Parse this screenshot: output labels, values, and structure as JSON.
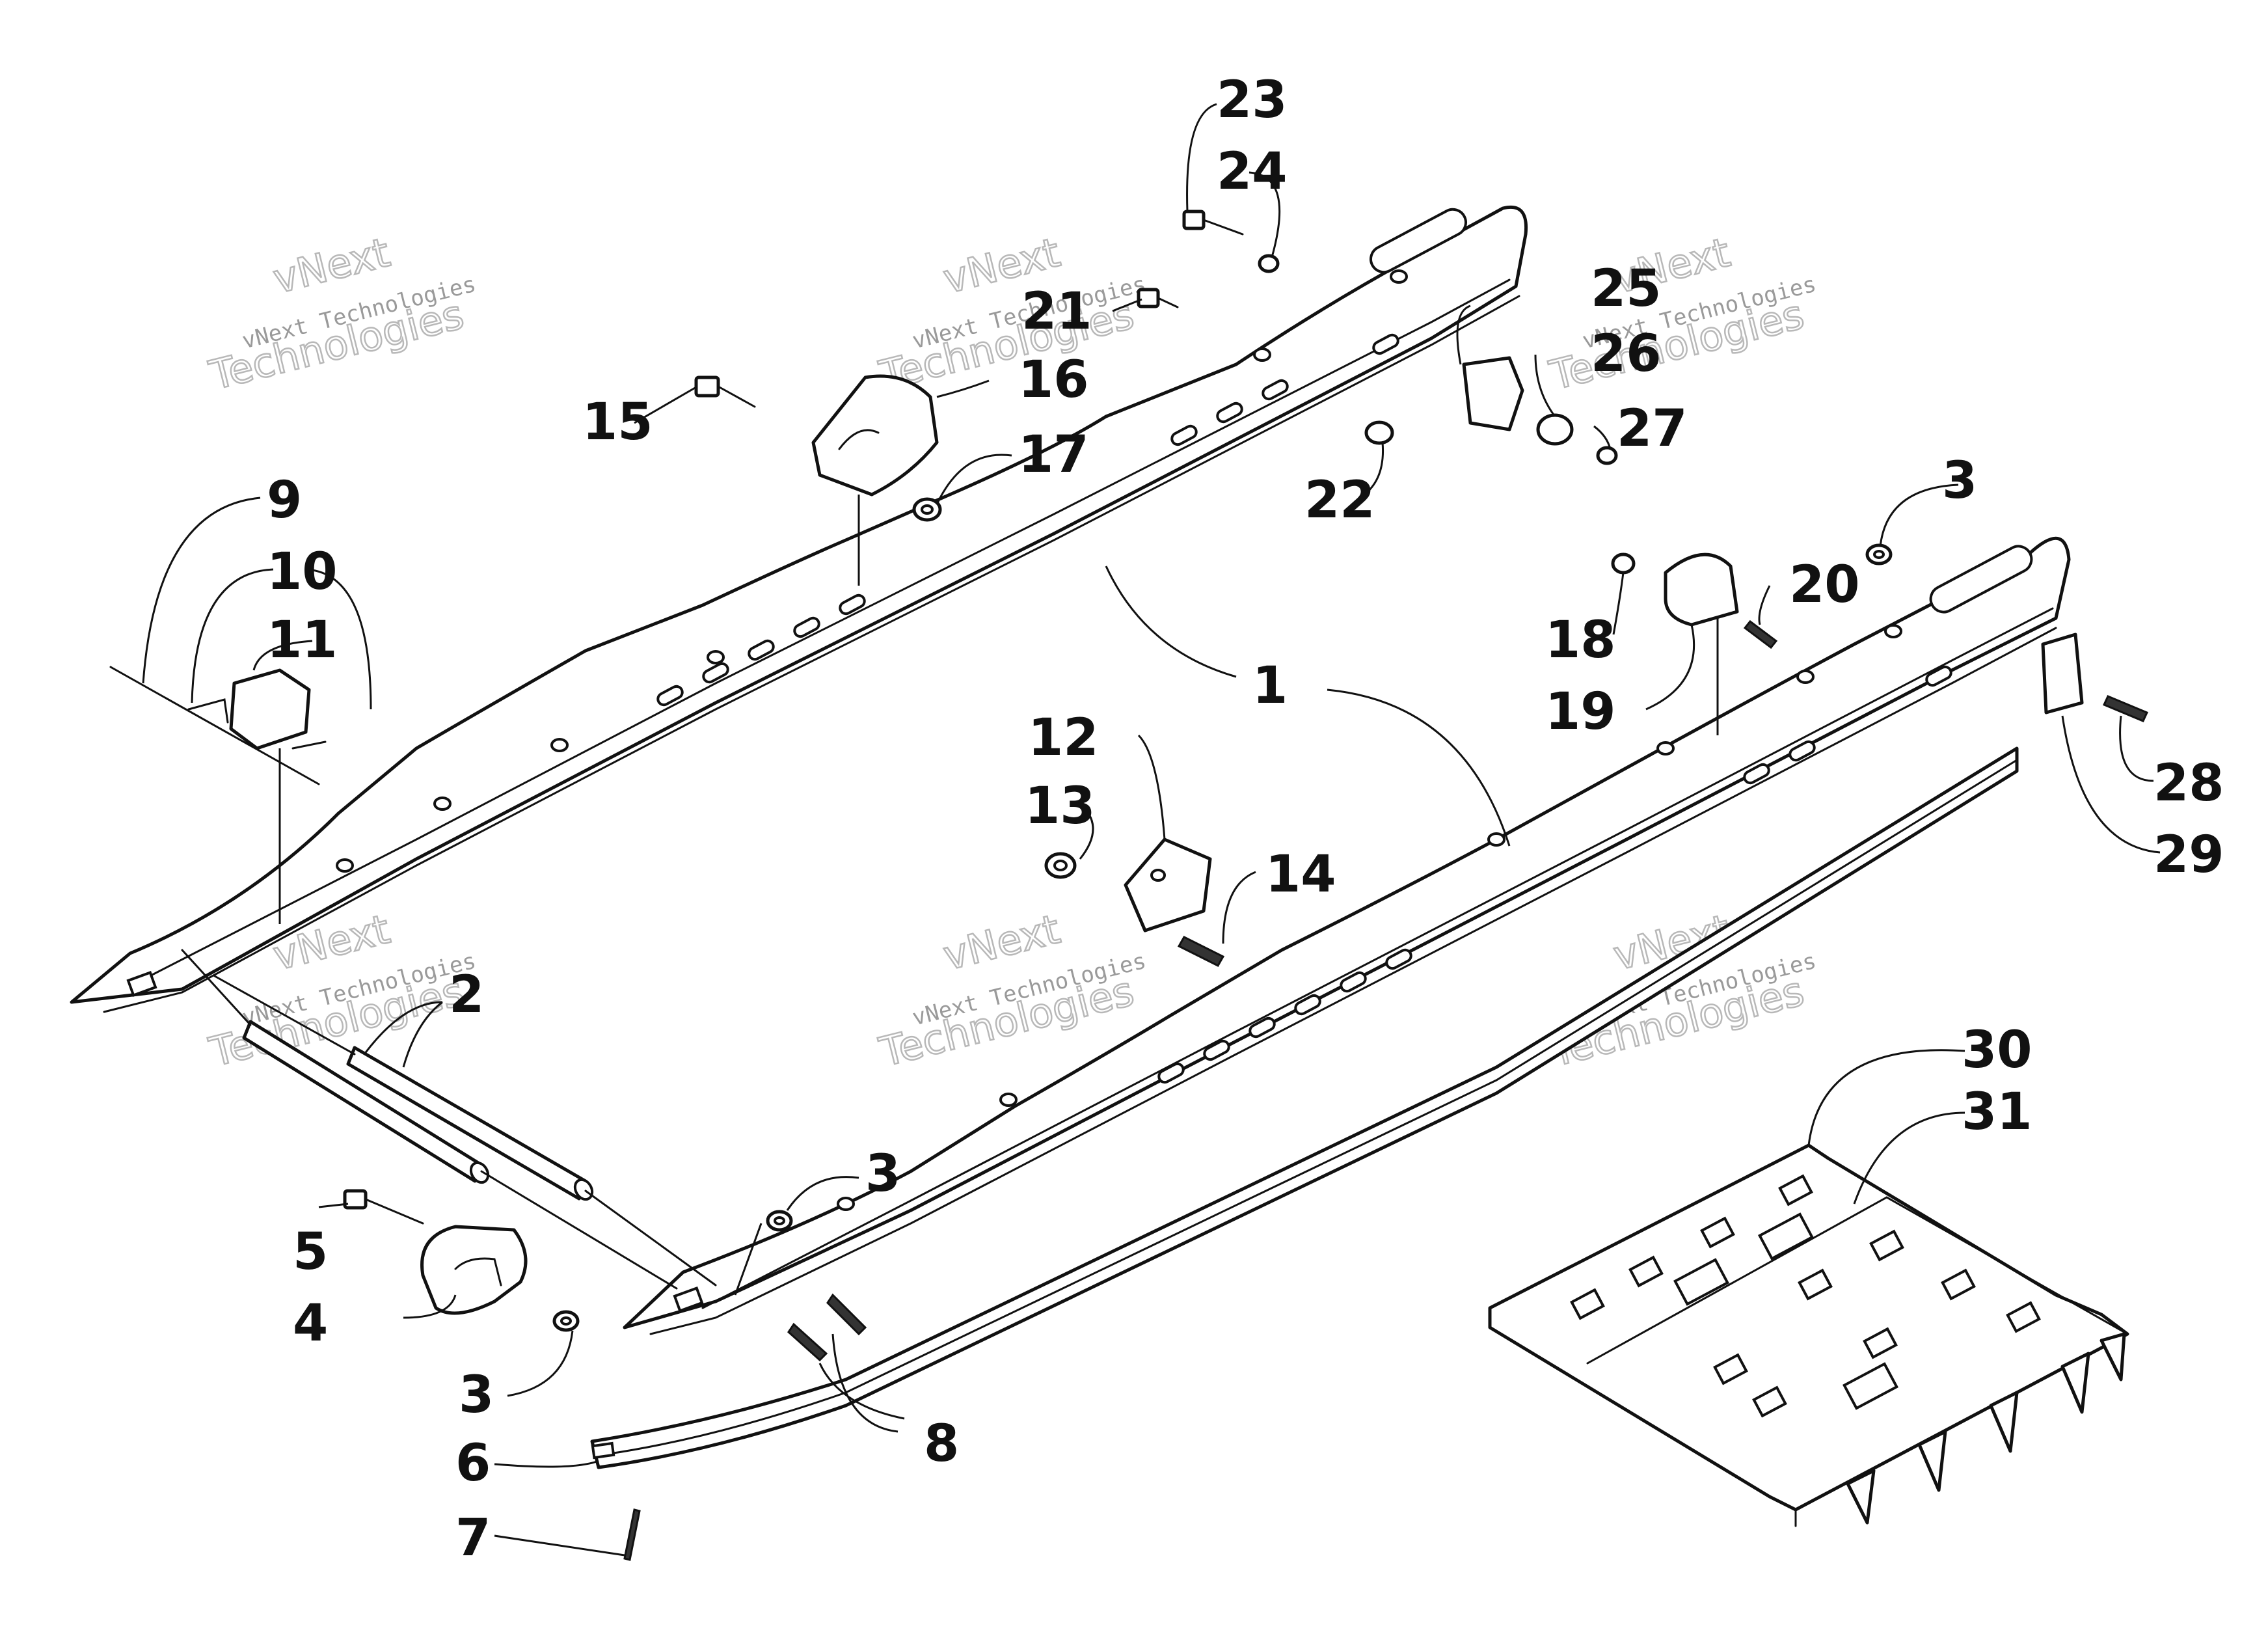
{
  "watermark": {
    "line1": "vNext",
    "line2": "vNext Technologies",
    "line3": "Technologies"
  },
  "callouts": [
    {
      "id": "c1",
      "text": "1"
    },
    {
      "id": "c2",
      "text": "2"
    },
    {
      "id": "c3a",
      "text": "3"
    },
    {
      "id": "c3b",
      "text": "3"
    },
    {
      "id": "c3c",
      "text": "3"
    },
    {
      "id": "c4",
      "text": "4"
    },
    {
      "id": "c5",
      "text": "5"
    },
    {
      "id": "c6",
      "text": "6"
    },
    {
      "id": "c7",
      "text": "7"
    },
    {
      "id": "c8",
      "text": "8"
    },
    {
      "id": "c9",
      "text": "9"
    },
    {
      "id": "c10",
      "text": "10"
    },
    {
      "id": "c11",
      "text": "11"
    },
    {
      "id": "c12",
      "text": "12"
    },
    {
      "id": "c13",
      "text": "13"
    },
    {
      "id": "c14",
      "text": "14"
    },
    {
      "id": "c15",
      "text": "15"
    },
    {
      "id": "c16",
      "text": "16"
    },
    {
      "id": "c17",
      "text": "17"
    },
    {
      "id": "c18",
      "text": "18"
    },
    {
      "id": "c19",
      "text": "19"
    },
    {
      "id": "c20",
      "text": "20"
    },
    {
      "id": "c21",
      "text": "21"
    },
    {
      "id": "c22",
      "text": "22"
    },
    {
      "id": "c23",
      "text": "23"
    },
    {
      "id": "c24",
      "text": "24"
    },
    {
      "id": "c25",
      "text": "25"
    },
    {
      "id": "c26",
      "text": "26"
    },
    {
      "id": "c27",
      "text": "27"
    },
    {
      "id": "c28",
      "text": "28"
    },
    {
      "id": "c29",
      "text": "29"
    },
    {
      "id": "c30",
      "text": "30"
    },
    {
      "id": "c31",
      "text": "31"
    }
  ]
}
